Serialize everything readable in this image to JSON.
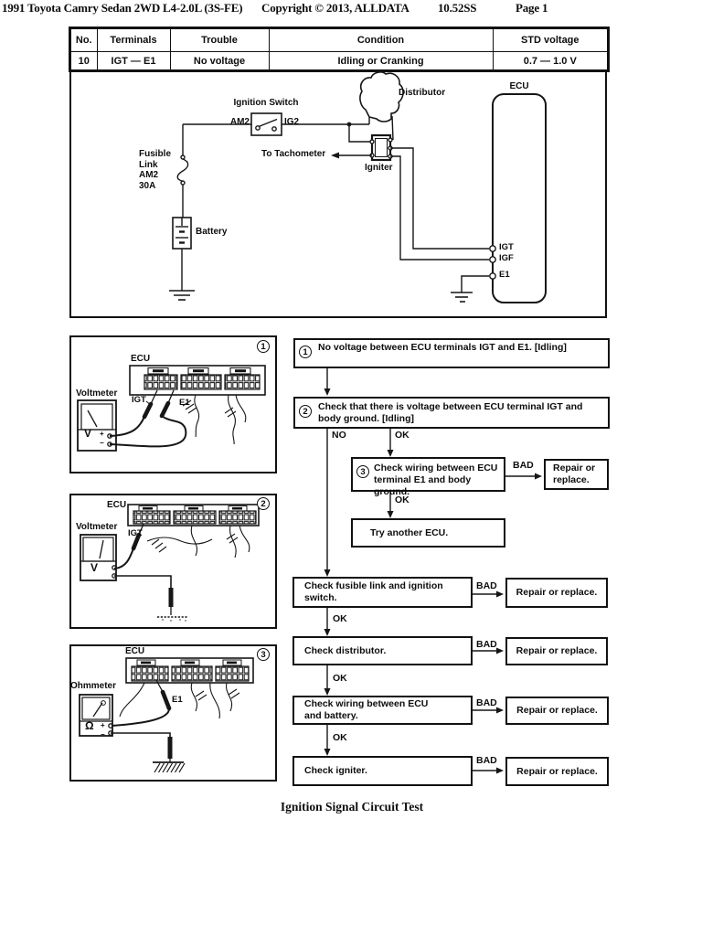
{
  "header": {
    "title": "1991 Toyota Camry Sedan 2WD L4-2.0L (3S-FE)",
    "copyright": "Copyright © 2013, ALLDATA",
    "code": "10.52SS",
    "page": "Page 1"
  },
  "table": {
    "headers": [
      "No.",
      "Terminals",
      "Trouble",
      "Condition",
      "STD voltage"
    ],
    "row": [
      "10",
      "IGT — E1",
      "No voltage",
      "Idling or Cranking",
      "0.7 — 1.0 V"
    ]
  },
  "circuit": {
    "ignition_switch": "Ignition Switch",
    "am2": "AM2",
    "ig2": "IG2",
    "fusible": [
      "Fusible",
      "Link",
      "AM2",
      "30A"
    ],
    "battery": "Battery",
    "distributor": "Distributor",
    "igniter": "Igniter",
    "tachometer": "To Tachometer",
    "ecu": "ECU",
    "igt": "IGT",
    "igf": "IGF",
    "e1": "E1"
  },
  "inspections": {
    "panel1": {
      "number": "1",
      "ecu": "ECU",
      "meter": "Voltmeter",
      "symbol": "V",
      "plus": "+",
      "minus": "−",
      "igt": "IGT",
      "e1": "E1"
    },
    "panel2": {
      "number": "2",
      "ecu": "ECU",
      "meter": "Voltmeter",
      "symbol": "V",
      "igt": "IGT"
    },
    "panel3": {
      "number": "3",
      "ecu": "ECU",
      "meter": "Ohmmeter",
      "symbol": "Ω",
      "plus": "+",
      "minus": "−",
      "e1": "E1"
    }
  },
  "flowchart": {
    "labels": {
      "no": "NO",
      "ok": "OK",
      "bad": "BAD"
    },
    "step1": {
      "number": "1",
      "text": "No voltage between ECU terminals IGT and E1. [Idling]"
    },
    "step2": {
      "number": "2",
      "text": "Check that there is voltage between ECU terminal IGT and body ground. [Idling]"
    },
    "step3": {
      "number": "3",
      "text": "Check wiring between ECU terminal E1 and body ground."
    },
    "try_another_ecu": "Try another ECU.",
    "check_fusible": "Check fusible link and ignition switch.",
    "check_distributor": "Check distributor.",
    "check_wiring_battery": "Check wiring between ECU and battery.",
    "check_igniter": "Check igniter.",
    "repair": "Repair or replace."
  },
  "caption": "Ignition Signal Circuit Test",
  "colors": {
    "ink": "#111111",
    "paper": "#ffffff"
  }
}
